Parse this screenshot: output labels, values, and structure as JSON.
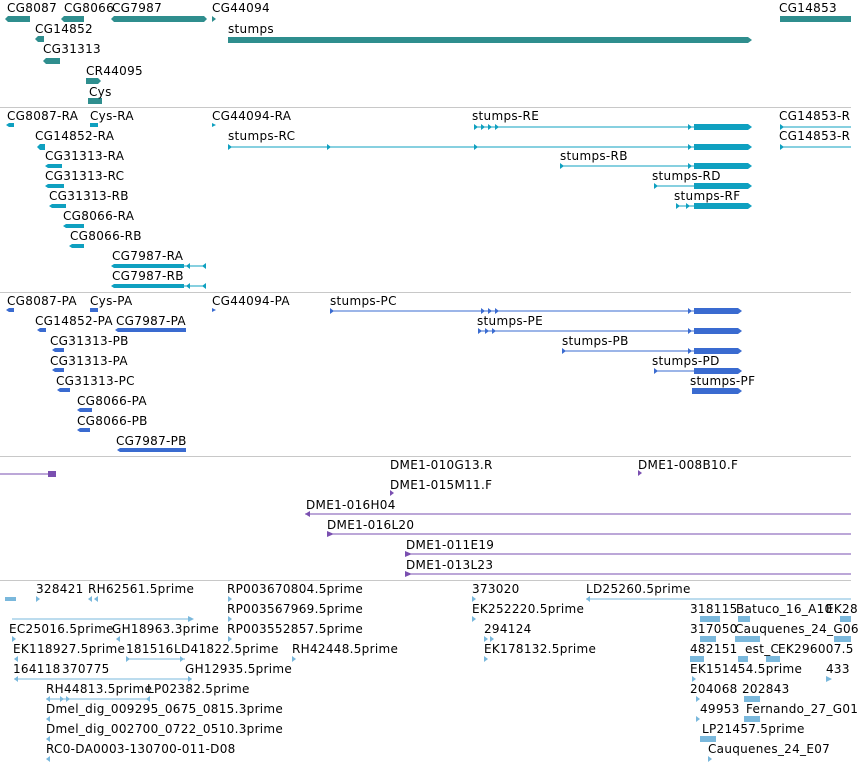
{
  "colors": {
    "gene": "#2f8e8e",
    "transcript": "#0fa0c0",
    "protein": "#3a6bd0",
    "clone": "#7a4fb0",
    "est": "#7ab8dc",
    "separator": "#c8c8c8"
  },
  "tracks": {
    "genes": {
      "labels": [
        "CG8087",
        "CG8066",
        "CG7987",
        "CG44094",
        "CG14853",
        "stumps",
        "CG14852",
        "CG31313",
        "CR44095",
        "Cys"
      ]
    },
    "transcripts": {
      "labels": [
        "CG8087-RA",
        "Cys-RA",
        "CG44094-RA",
        "stumps-RE",
        "CG14853-R",
        "CG14852-RA",
        "stumps-RC",
        "CG14853-R",
        "CG31313-RA",
        "stumps-RB",
        "CG31313-RC",
        "stumps-RD",
        "CG31313-RB",
        "stumps-RF",
        "CG8066-RA",
        "CG8066-RB",
        "CG7987-RA",
        "CG7987-RB"
      ]
    },
    "proteins": {
      "labels": [
        "CG8087-PA",
        "Cys-PA",
        "CG44094-PA",
        "stumps-PC",
        "CG14852-PA",
        "CG7987-PA",
        "stumps-PE",
        "CG31313-PB",
        "stumps-PB",
        "CG31313-PA",
        "stumps-PD",
        "CG31313-PC",
        "stumps-PF",
        "CG8066-PA",
        "CG8066-PB",
        "CG7987-PB"
      ]
    },
    "clones": {
      "labels": [
        "DME1-010G13.R",
        "DME1-008B10.F",
        "DME1-015M11.F",
        "DME1-016H04",
        "DME1-016L20",
        "DME1-011E19",
        "DME1-013L23"
      ]
    },
    "ests": {
      "labels": [
        "328421",
        "RH62561.5prime",
        "RP003670804.5prime",
        "373020",
        "LD25260.5prime",
        "RP003567969.5prime",
        "EK252220.5prime",
        "318115",
        "Batuco_16_A10",
        "EK28",
        "EC25016.5prime",
        "GH18963.3prime",
        "RP003552857.5prime",
        "294124",
        "317050",
        "Cauquenes_24_G06",
        "EK118927.5prime",
        "181516",
        "LD41822.5prime",
        "RH42448.5prime",
        "EK178132.5prime",
        "482151",
        "est_C",
        "EK296007.5",
        "164118",
        "370775",
        "GH12935.5prime",
        "EK151454.5prime",
        "433",
        "RH44813.5prime",
        "LP02382.5prime",
        "204068",
        "202843",
        "Dmel_dig_009295_0675_0815.3prime",
        "49953",
        "Fernando_27_G01",
        "Dmel_dig_002700_0722_0510.3prime",
        "LP21457.5prime",
        "RC0-DA0003-130700-011-D08",
        "Cauquenes_24_E07"
      ]
    }
  }
}
